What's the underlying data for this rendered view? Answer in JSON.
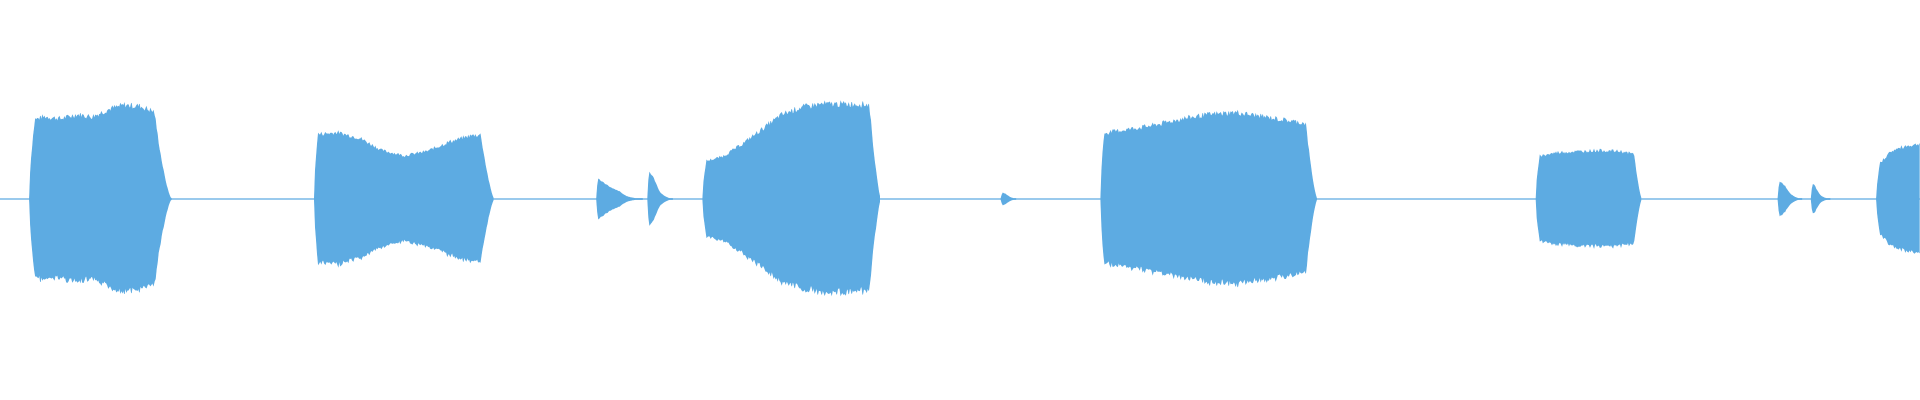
{
  "waveform": {
    "color": "#5dabe2",
    "baseline_color": "#5dabe2",
    "segments": [
      {
        "name": "segment-1",
        "start": 0.0153,
        "end": 0.0893,
        "attack": 0.003,
        "release": 0.009,
        "amp": [
          0.74,
          0.78,
          0.76,
          0.8,
          0.78,
          0.85,
          0.89,
          0.88,
          0.82,
          0.72
        ]
      },
      {
        "name": "segment-2",
        "start": 0.1637,
        "end": 0.2573,
        "attack": 0.002,
        "release": 0.007,
        "amp": [
          0.61,
          0.63,
          0.58,
          0.46,
          0.41,
          0.45,
          0.54,
          0.6,
          0.62
        ]
      },
      {
        "name": "blip-1",
        "start": 0.3107,
        "end": 0.3347,
        "attack": 0.001,
        "release": 0.012,
        "amp": [
          0.2,
          0.1,
          0.04,
          0.02
        ]
      },
      {
        "name": "blip-2",
        "start": 0.3373,
        "end": 0.3507,
        "attack": 0.001,
        "release": 0.01,
        "amp": [
          0.28,
          0.1,
          0.04
        ]
      },
      {
        "name": "segment-3",
        "start": 0.366,
        "end": 0.4587,
        "attack": 0.002,
        "release": 0.006,
        "amp": [
          0.35,
          0.4,
          0.52,
          0.66,
          0.8,
          0.87,
          0.9,
          0.9,
          0.9,
          0.88
        ]
      },
      {
        "name": "blip-3",
        "start": 0.5213,
        "end": 0.5293,
        "attack": 0.001,
        "release": 0.006,
        "amp": [
          0.06,
          0.03
        ]
      },
      {
        "name": "segment-4",
        "start": 0.5733,
        "end": 0.686,
        "attack": 0.002,
        "release": 0.006,
        "amp": [
          0.62,
          0.66,
          0.7,
          0.76,
          0.8,
          0.82,
          0.78,
          0.74,
          0.7
        ]
      },
      {
        "name": "segment-5",
        "start": 0.8,
        "end": 0.855,
        "attack": 0.002,
        "release": 0.004,
        "amp": [
          0.4,
          0.44,
          0.45,
          0.46,
          0.45,
          0.41
        ]
      },
      {
        "name": "blip-4",
        "start": 0.926,
        "end": 0.9387,
        "attack": 0.001,
        "release": 0.009,
        "amp": [
          0.18,
          0.08,
          0.03
        ]
      },
      {
        "name": "blip-5",
        "start": 0.9433,
        "end": 0.9533,
        "attack": 0.001,
        "release": 0.008,
        "amp": [
          0.16,
          0.06,
          0.02
        ]
      },
      {
        "name": "segment-6",
        "start": 0.9773,
        "end": 1.0,
        "attack": 0.002,
        "release": 0.0,
        "amp": [
          0.3,
          0.45,
          0.5,
          0.52
        ]
      }
    ]
  }
}
